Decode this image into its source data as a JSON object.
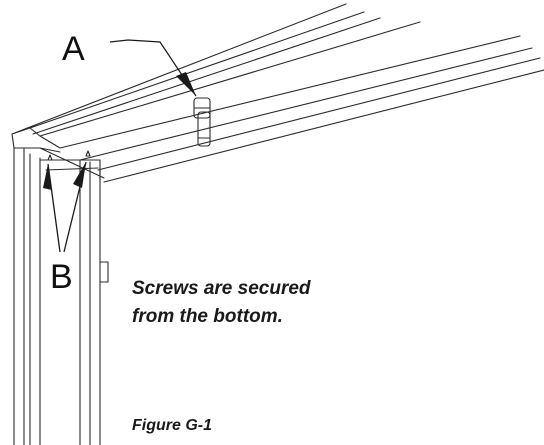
{
  "diagram": {
    "callouts": {
      "a": "A",
      "b": "B"
    },
    "note_lines": [
      "Screws are secured",
      "from the bottom."
    ],
    "figure_label": "Figure G-1"
  },
  "colors": {
    "line": "#2b2b2b",
    "text": "#1a1a1a",
    "background": "#ffffff"
  }
}
